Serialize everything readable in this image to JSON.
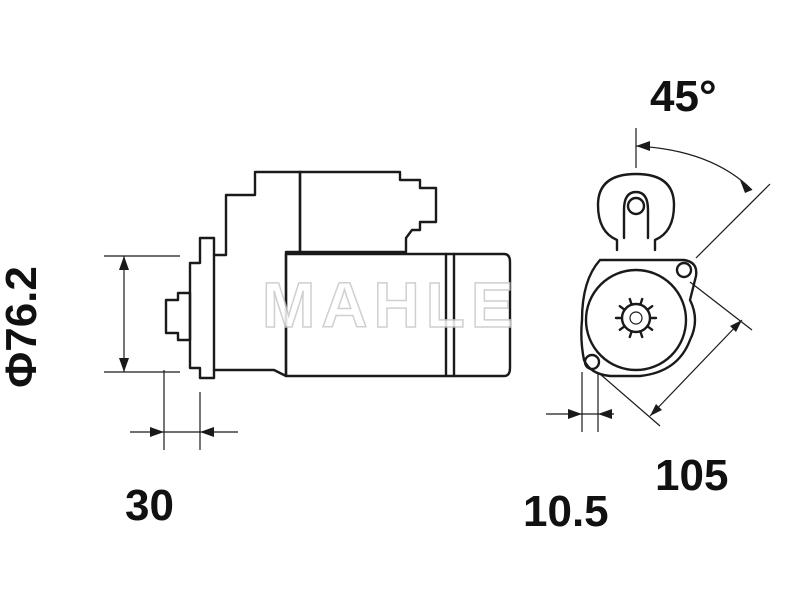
{
  "watermark": {
    "text": "MAHLE"
  },
  "dimensions": {
    "length_30": "30",
    "diameter": "Φ76.2",
    "flange_105": "105",
    "offset_10_5": "10.5",
    "angle_45": "45°"
  },
  "colors": {
    "line": "#1a1a1a",
    "background": "#ffffff",
    "watermark_outline": "#c8c8c8"
  }
}
